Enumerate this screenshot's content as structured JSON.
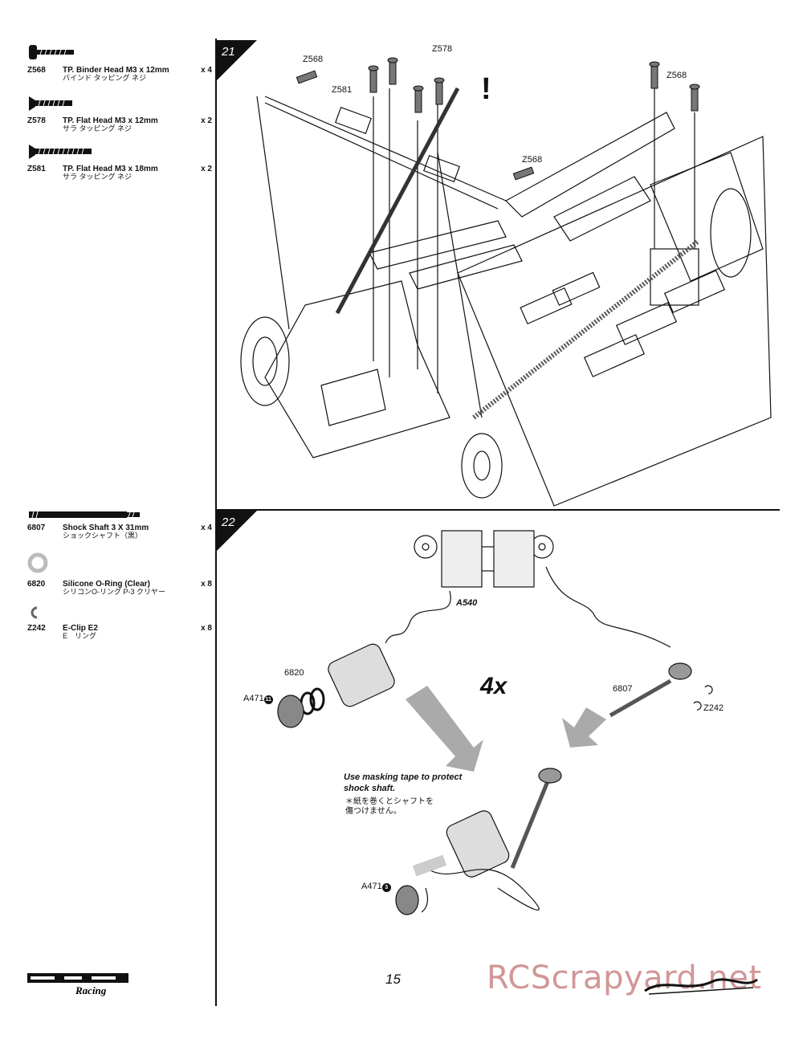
{
  "page": {
    "number": "15",
    "watermark": "RCScrapyard.net",
    "brand_logo_text": "HPI RACING"
  },
  "steps": [
    {
      "number": "21",
      "parts": [
        {
          "code": "Z568",
          "name": "TP. Binder Head M3 x 12mm",
          "jp": "バインド タッピング ネジ",
          "qty": "x 4",
          "icon": "binder-screw-icon"
        },
        {
          "code": "Z578",
          "name": "TP. Flat Head M3 x 12mm",
          "jp": "サラ タッピング ネジ",
          "qty": "x 2",
          "icon": "flat-screw-icon"
        },
        {
          "code": "Z581",
          "name": "TP. Flat Head M3 x 18mm",
          "jp": "サラ タッピング ネジ",
          "qty": "x 2",
          "icon": "long-flat-screw-icon"
        }
      ],
      "callouts": [
        "Z568",
        "Z578",
        "Z581",
        "Z568",
        "Z568"
      ],
      "warning": "!"
    },
    {
      "number": "22",
      "parts": [
        {
          "code": "6807",
          "name": "Shock Shaft 3 X 31mm",
          "jp": "ショックシャフト（黒）",
          "qty": "x 4",
          "icon": "shock-shaft-icon"
        },
        {
          "code": "6820",
          "name": "Silicone O-Ring (Clear)",
          "jp": "シリコンO-リング P-3 クリヤー",
          "qty": "x 8",
          "icon": "o-ring-icon"
        },
        {
          "code": "Z242",
          "name": "E-Clip E2",
          "jp": "E　リング",
          "qty": "x 8",
          "icon": "e-clip-icon"
        }
      ],
      "callouts": {
        "sprue": "A540",
        "oring": "6820",
        "cap": "A471",
        "cap_num": "11",
        "shaft": "6807",
        "clip": "Z242",
        "end": "A471",
        "end_num": "3"
      },
      "multiplier": "4x",
      "note": "Use masking tape to protect shock shaft.",
      "note_jp": "＊紙を巻くとシャフトを傷つけません。"
    }
  ]
}
